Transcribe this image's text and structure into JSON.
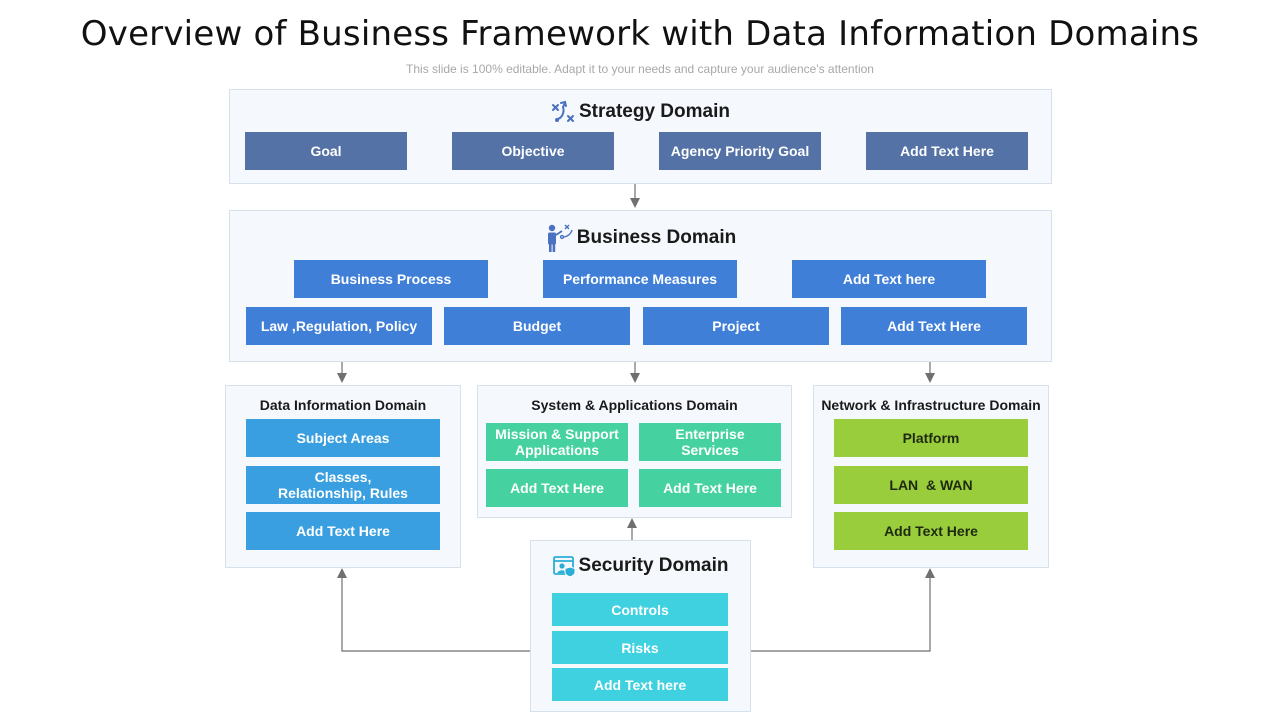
{
  "title": "Overview of Business Framework with Data Information Domains",
  "subtitle": "This slide is 100% editable. Adapt it to your needs and capture your audience's attention",
  "colors": {
    "strategy": "#5472a6",
    "business": "#3f7fd8",
    "data": "#3a9fe0",
    "system": "#45d2a0",
    "network": "#9acd3c",
    "security": "#3fd1e0",
    "panel_bg": "#f5f8fc",
    "arrow": "#707070"
  },
  "strategy": {
    "title": "Strategy Domain",
    "icon": "strategy-play-icon",
    "items": [
      "Goal",
      "Objective",
      "Agency Priority Goal",
      "Add Text Here"
    ]
  },
  "business": {
    "title": "Business Domain",
    "icon": "presenter-icon",
    "row1": [
      "Business Process",
      "Performance Measures",
      "Add Text here"
    ],
    "row2": [
      "Law ,Regulation, Policy",
      "Budget",
      "Project",
      "Add Text Here"
    ]
  },
  "data_info": {
    "title": "Data Information Domain",
    "items": [
      "Subject Areas",
      "Classes, Relationship, Rules",
      "Add Text Here"
    ]
  },
  "system_apps": {
    "title": "System & Applications Domain",
    "items": [
      "Mission & Support Applications",
      "Enterprise Services",
      "Add Text Here",
      "Add Text Here"
    ]
  },
  "network": {
    "title": "Network & Infrastructure Domain",
    "items": [
      "Platform",
      "LAN  & WAN",
      "Add Text Here"
    ]
  },
  "security": {
    "title": "Security Domain",
    "icon": "secure-user-icon",
    "items": [
      "Controls",
      "Risks",
      "Add Text here"
    ]
  }
}
